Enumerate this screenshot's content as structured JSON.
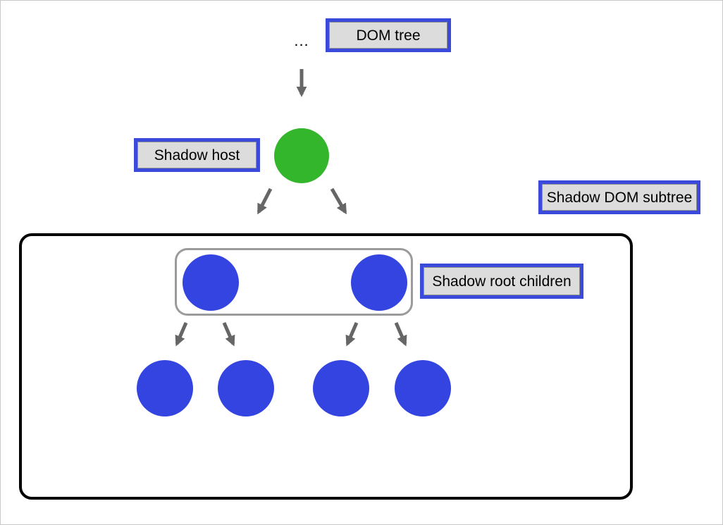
{
  "diagram": {
    "type": "tree",
    "labels": {
      "dom_tree": "DOM tree",
      "ellipsis": "...",
      "shadow_host": "Shadow host",
      "shadow_dom_subtree": "Shadow DOM subtree",
      "shadow_root_children": "Shadow root children"
    },
    "nodes": {
      "shadow_host": {
        "shape": "circle",
        "fill": "#33b52c",
        "count": 1
      },
      "shadow_root_children": {
        "shape": "circle",
        "fill": "#3344e0",
        "count": 2
      },
      "leaf_children": {
        "shape": "circle",
        "fill": "#3344e0",
        "count": 4
      }
    },
    "edges": {
      "dom_tree_to_shadow_host": 1,
      "shadow_host_to_root_children": 2,
      "root_children_to_leaves": 4
    },
    "colors": {
      "label_box_border": "#3a4adb",
      "label_box_bg": "#dcdcdc",
      "host_node_fill": "#33b52c",
      "child_node_fill": "#3344e0",
      "arrow": "#666666",
      "subtree_box_border": "#000000",
      "root_children_box_border": "#9b9b9b",
      "page_border": "#c8c8c8"
    }
  }
}
